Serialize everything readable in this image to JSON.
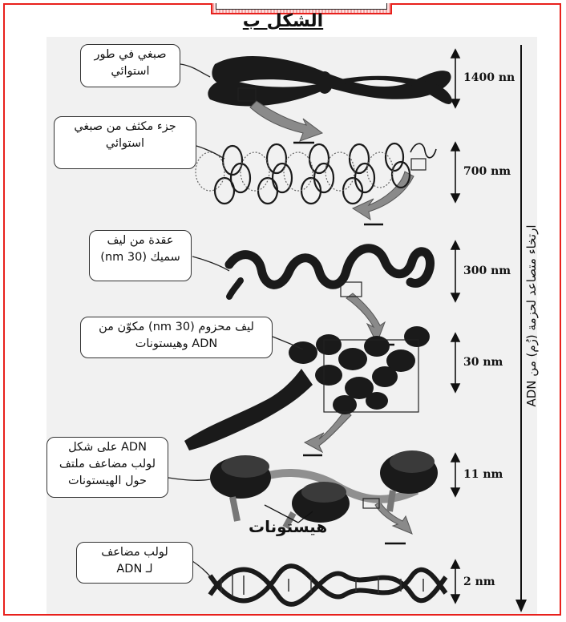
{
  "figure": {
    "title": "الشكل ب",
    "side_label": "ارتخاء متصاعد لحزمة (زُم) من ADN",
    "histones_label": "هيستونات"
  },
  "levels": [
    {
      "id": "chromosome",
      "callout": "صبغي في طور\nاستوائي",
      "size": "1400 nn"
    },
    {
      "id": "condensed",
      "callout": "جزء مكثف من صبغي\nاستوائي",
      "size": "700 nm"
    },
    {
      "id": "loops",
      "callout": "عقدة من ليف\nسميك (30 nm)",
      "size": "300 nm"
    },
    {
      "id": "fiber",
      "callout": "ليف محزوم (30 nm) مكوّن من\nADN وهيستونات",
      "size": "30 nm"
    },
    {
      "id": "nucleosome",
      "callout": "ADN على شكل\nلولب مضاعف ملتف\nحول الهيستونات",
      "size": "11 nm"
    },
    {
      "id": "helix",
      "callout": "لولب مضاعف\nلـ ADN",
      "size": "2 nm"
    }
  ]
}
